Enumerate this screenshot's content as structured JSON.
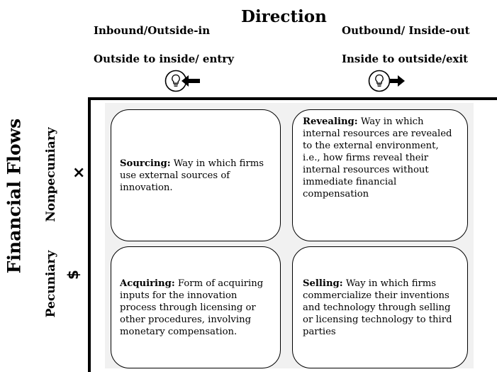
{
  "direction": {
    "title": "Direction",
    "inbound": {
      "label": "Inbound/Outside-in",
      "sublabel": "Outside to inside/ entry"
    },
    "outbound": {
      "label": "Outbound/ Inside-out",
      "sublabel": "Inside to outside/exit"
    }
  },
  "financial_flows": {
    "title": "Financial Flows",
    "nonpecuniary": {
      "label": "Nonpecuniary",
      "symbol": "×"
    },
    "pecuniary": {
      "label": "Pecuniary",
      "symbol": "$"
    }
  },
  "quadrants": {
    "sourcing": {
      "term": "Sourcing:",
      "text": " Way in which firms use external sources of innovation."
    },
    "revealing": {
      "term": "Revealing:",
      "text": " Way in which internal resources are revealed to the external environment, i.e., how firms reveal their internal resources without immediate financial compensation"
    },
    "acquiring": {
      "term": "Acquiring:",
      "text": " Form of acquiring inputs for the innovation process through licensing or other procedures, involving monetary compensation."
    },
    "selling": {
      "term": "Selling:",
      "text": " Way in which firms commercialize their inventions and technology through selling or licensing technology to third parties"
    }
  },
  "icons": {
    "inbound": "lightbulb-with-incoming-arrow-icon",
    "outbound": "lightbulb-with-outgoing-arrow-icon"
  }
}
